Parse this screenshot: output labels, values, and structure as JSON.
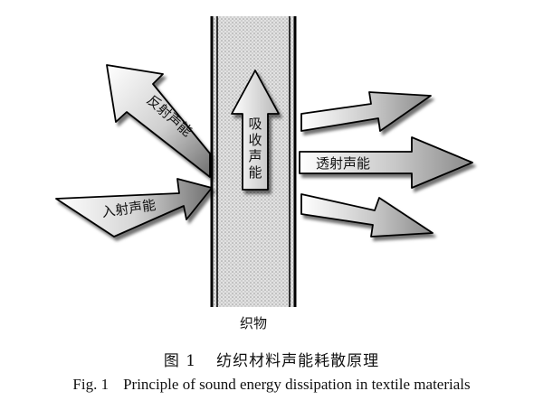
{
  "diagram": {
    "labels": {
      "fabric": "织物",
      "absorbed": [
        "吸",
        "收",
        "声",
        "能"
      ],
      "reflected": "反射声能",
      "incident": "入射声能",
      "transmitted": "透射声能"
    }
  },
  "caption": {
    "cn_number": "图 1",
    "cn_title": "纺织材料声能耗散原理",
    "en_number": "Fig. 1",
    "en_title": "Principle of sound energy dissipation in textile materials"
  }
}
